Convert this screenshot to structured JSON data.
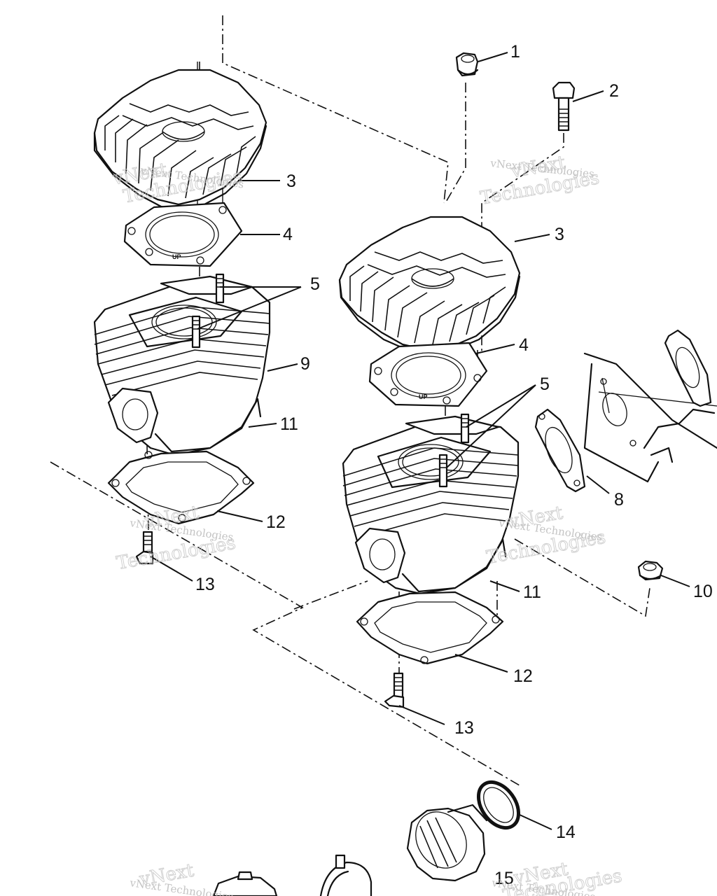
{
  "callouts": [
    {
      "id": "c1",
      "label": "1"
    },
    {
      "id": "c2",
      "label": "2"
    },
    {
      "id": "c3a",
      "label": "3"
    },
    {
      "id": "c3b",
      "label": "3"
    },
    {
      "id": "c4a",
      "label": "4"
    },
    {
      "id": "c4b",
      "label": "4"
    },
    {
      "id": "c5a",
      "label": "5"
    },
    {
      "id": "c5b",
      "label": "5"
    },
    {
      "id": "c8",
      "label": "8"
    },
    {
      "id": "c9",
      "label": "9"
    },
    {
      "id": "c10",
      "label": "10"
    },
    {
      "id": "c11a",
      "label": "11"
    },
    {
      "id": "c11b",
      "label": "11"
    },
    {
      "id": "c12a",
      "label": "12"
    },
    {
      "id": "c12b",
      "label": "12"
    },
    {
      "id": "c13a",
      "label": "13"
    },
    {
      "id": "c13b",
      "label": "13"
    },
    {
      "id": "c14",
      "label": "14"
    },
    {
      "id": "c15",
      "label": "15"
    }
  ],
  "gasket_marking": "UP",
  "watermark": {
    "line1": "vNext Technologies",
    "line2": "vNext",
    "line3": "Technologies"
  }
}
